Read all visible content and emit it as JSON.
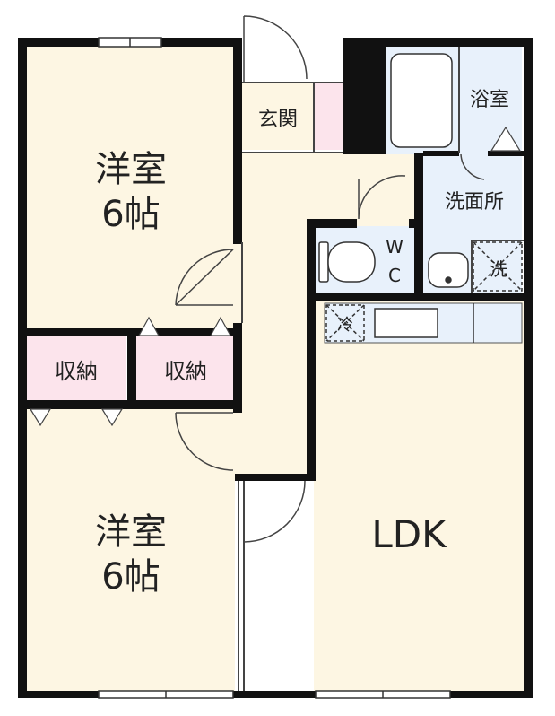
{
  "floorplan": {
    "rooms": {
      "western_room_top": {
        "name": "洋室",
        "size": "6帖"
      },
      "western_room_bottom": {
        "name": "洋室",
        "size": "6帖"
      },
      "storage_left": {
        "name": "収納"
      },
      "storage_right": {
        "name": "収納"
      },
      "entrance": {
        "name": "玄関"
      },
      "bathroom": {
        "name": "浴室"
      },
      "washroom": {
        "name": "洗面所"
      },
      "toilet": {
        "line1": "W",
        "line2": "C"
      },
      "washer": {
        "name": "洗"
      },
      "fridge": {
        "name": "冷"
      },
      "ldk": {
        "name": "LDK"
      }
    }
  }
}
